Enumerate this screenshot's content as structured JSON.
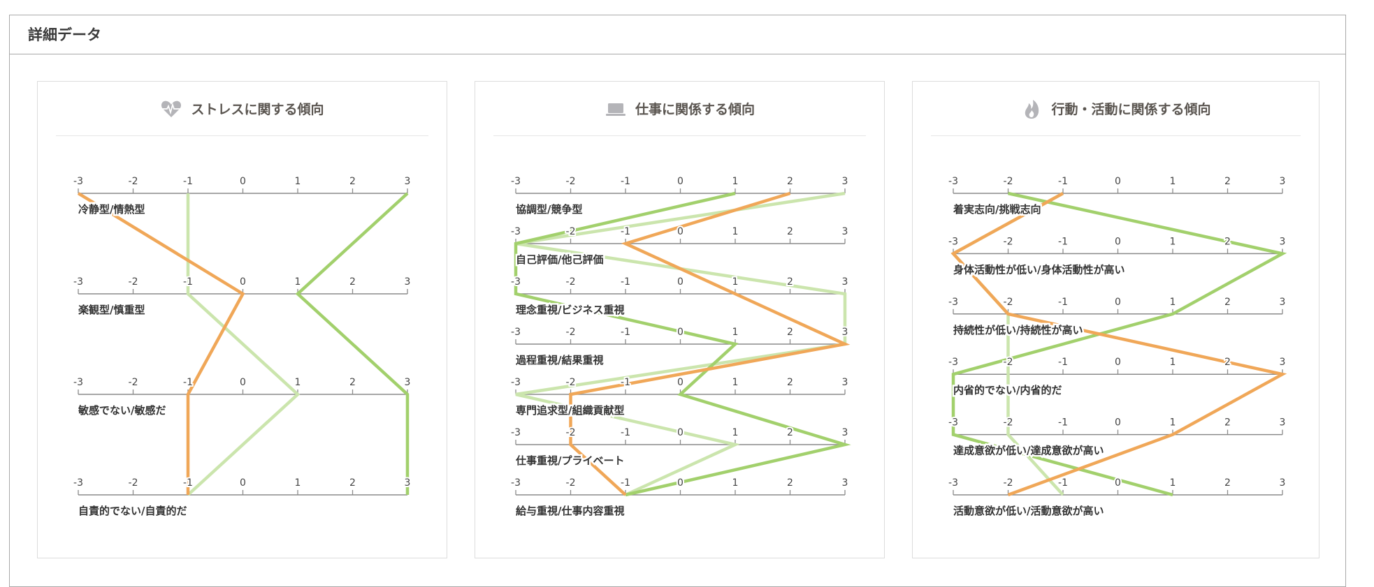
{
  "header": {
    "title": "詳細データ"
  },
  "colors": {
    "orange": "#f0a758",
    "green": "#a2d06c",
    "light_green": "#cbe5ad",
    "axis": "#8a8a8a"
  },
  "chart_data": [
    {
      "type": "line",
      "title": "ストレスに関する傾向",
      "icon": "heartbeat-icon",
      "x_ticks": [
        -3,
        -2,
        -1,
        0,
        1,
        2,
        3
      ],
      "xlim": [
        -3,
        3
      ],
      "rows": [
        "冷静型/情熱型",
        "楽観型/慎重型",
        "敏感でない/敏感だ",
        "自責的でない/自責的だ"
      ],
      "series": [
        {
          "name": "light_green",
          "values": [
            -1,
            -1,
            1,
            -1
          ]
        },
        {
          "name": "green",
          "values": [
            3,
            1,
            3,
            3
          ]
        },
        {
          "name": "orange",
          "values": [
            -3,
            0,
            -1,
            -1
          ]
        }
      ]
    },
    {
      "type": "line",
      "title": "仕事に関係する傾向",
      "icon": "laptop-icon",
      "x_ticks": [
        -3,
        -2,
        -1,
        0,
        1,
        2,
        3
      ],
      "xlim": [
        -3,
        3
      ],
      "rows": [
        "協調型/競争型",
        "自己評価/他己評価",
        "理念重視/ビジネス重視",
        "過程重視/結果重視",
        "専門追求型/組織貢献型",
        "仕事重視/プライベート",
        "給与重視/仕事内容重視"
      ],
      "series": [
        {
          "name": "light_green",
          "values": [
            3,
            -3,
            3,
            3,
            -3,
            1,
            -1
          ]
        },
        {
          "name": "green",
          "values": [
            1,
            -3,
            -3,
            1,
            0,
            3,
            -1
          ]
        },
        {
          "name": "orange",
          "values": [
            2,
            -1,
            1,
            3,
            -2,
            -2,
            -1
          ]
        }
      ]
    },
    {
      "type": "line",
      "title": "行動・活動に関係する傾向",
      "icon": "fire-icon",
      "x_ticks": [
        -3,
        -2,
        -1,
        0,
        1,
        2,
        3
      ],
      "xlim": [
        -3,
        3
      ],
      "rows": [
        "着実志向/挑戦志向",
        "身体活動性が低い/身体活動性が高い",
        "持続性が低い/持続性が高い",
        "内省的でない/内省的だ",
        "達成意欲が低い/達成意欲が高い",
        "活動意欲が低い/活動意欲が高い"
      ],
      "series": [
        {
          "name": "light_green",
          "values": [
            -1,
            -3,
            -2,
            -2,
            -2,
            -1
          ]
        },
        {
          "name": "green",
          "values": [
            -2,
            3,
            1,
            -3,
            -3,
            1
          ]
        },
        {
          "name": "orange",
          "values": [
            -1,
            -3,
            -2,
            3,
            1,
            -2
          ]
        }
      ]
    }
  ]
}
